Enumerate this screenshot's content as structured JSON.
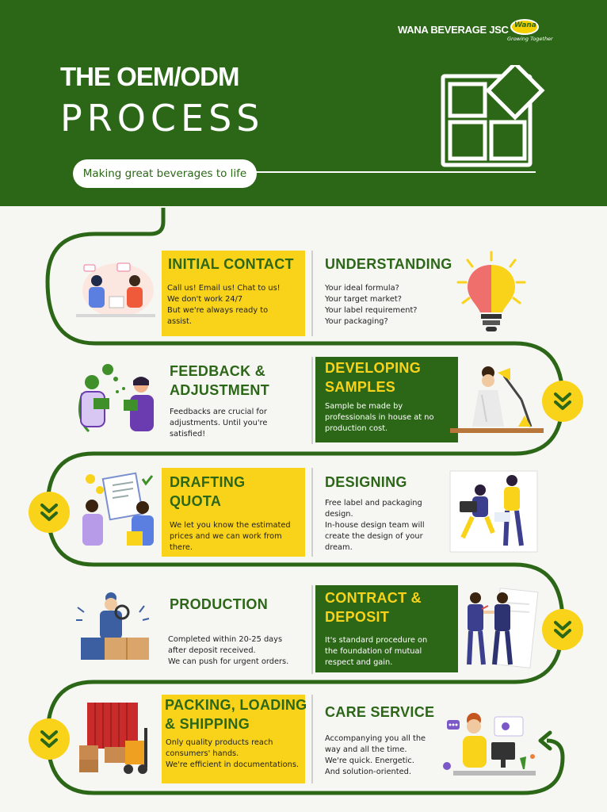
{
  "header": {
    "company": "WANA BEVERAGE JSC",
    "logo_word": "Wana",
    "logo_tagline": "Growing Together",
    "title_line1": "THE OEM/ODM",
    "title_line2": "PROCESS",
    "tagline": "Making great beverages to life"
  },
  "steps": {
    "initial_contact": {
      "title": "INITIAL CONTACT",
      "lines": [
        "Call us! Email us! Chat to us!",
        "We don't work 24/7",
        "But we're always ready to",
        "assist."
      ]
    },
    "understanding": {
      "title": "UNDERSTANDING",
      "lines": [
        "Your ideal formula?",
        "Your target market?",
        "Your label requirement?",
        "Your packaging?"
      ]
    },
    "feedback": {
      "title_line1": "FEEDBACK &",
      "title_line2": "ADJUSTMENT",
      "lines": [
        "Feedbacks are crucial for",
        "adjustments.  Until you're",
        "satisfied!"
      ]
    },
    "developing": {
      "title_line1": "DEVELOPING",
      "title_line2": "SAMPLES",
      "lines": [
        "Sample be made by",
        "professionals in house at no",
        "production cost."
      ]
    },
    "drafting": {
      "title_line1": "DRAFTING",
      "title_line2": "QUOTA",
      "lines": [
        "We let you know the estimated",
        "prices and we can work from",
        "there."
      ]
    },
    "designing": {
      "title": "DESIGNING",
      "lines": [
        "Free label and packaging",
        "design.",
        "In-house design team will",
        "create the design of your",
        "dream."
      ]
    },
    "production": {
      "title": "PRODUCTION",
      "lines": [
        "Completed within 20-25 days",
        "after deposit received.",
        "We can push for urgent orders."
      ]
    },
    "contract": {
      "title_line1": "CONTRACT &",
      "title_line2": "DEPOSIT",
      "lines": [
        "It's standard procedure on",
        "the foundation of mutual",
        "respect and gain."
      ]
    },
    "packing": {
      "title_line1": "PACKING, LOADING",
      "title_line2": "& SHIPPING",
      "lines": [
        "Only quality products reach",
        "consumers' hands.",
        "We're efficient in documentations."
      ]
    },
    "care": {
      "title": "CARE SERVICE",
      "lines": [
        "Accompanying you all the",
        "way and all the time.",
        "We're quick. Energetic.",
        "And solution-oriented."
      ]
    }
  },
  "colors": {
    "primary_green": "#2c6718",
    "accent_yellow": "#f9d31a",
    "background": "#f6f6f3"
  },
  "icons": [
    "chevron-down-double-icon",
    "chevron-down-double-icon",
    "chevron-down-double-icon",
    "chevron-down-double-icon",
    "arrow-return-icon"
  ]
}
